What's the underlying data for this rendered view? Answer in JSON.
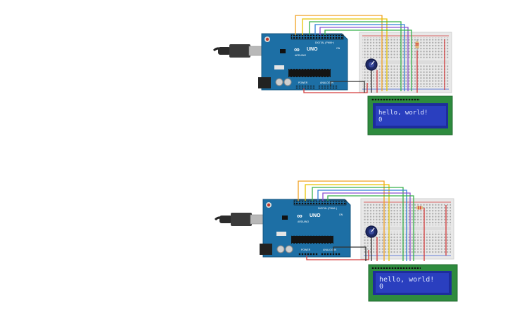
{
  "circuits": [
    {
      "id": "top",
      "arduino": {
        "logo": "∞",
        "model": "UNO",
        "brand": "ARDUINO",
        "power_label": "POWER",
        "analog_label": "ANALOG IN",
        "digital_label": "DIGITAL (PWM~)",
        "on_label": "ON"
      },
      "lcd": {
        "line1": "hello, world!",
        "line2": "0"
      }
    },
    {
      "id": "bottom",
      "arduino": {
        "logo": "∞",
        "model": "UNO",
        "brand": "ARDUINO",
        "power_label": "POWER",
        "analog_label": "ANALOG IN",
        "digital_label": "DIGITAL (PWM~)",
        "on_label": "ON"
      },
      "lcd": {
        "line1": "hello, world!",
        "line2": "0"
      }
    }
  ],
  "colors": {
    "board": "#1d6fa5",
    "board_dark": "#14557f",
    "lcd_pcb": "#2e8b3e",
    "lcd_screen": "#2a3fbf",
    "lcd_text": "#dfe6ff",
    "breadboard": "#e8e8e8",
    "rail_red": "#d43a3a",
    "rail_blue": "#3a5bd4",
    "wire_orange": "#f0a020",
    "wire_yellow": "#e8c200",
    "wire_green": "#36b04a",
    "wire_blue": "#2f7fd8",
    "wire_purple": "#8a4fd0",
    "wire_red": "#d33a3a",
    "wire_black": "#333333"
  },
  "icons": [
    "usb-cable-icon",
    "potentiometer-icon",
    "resistor-icon",
    "reset-button-icon"
  ]
}
